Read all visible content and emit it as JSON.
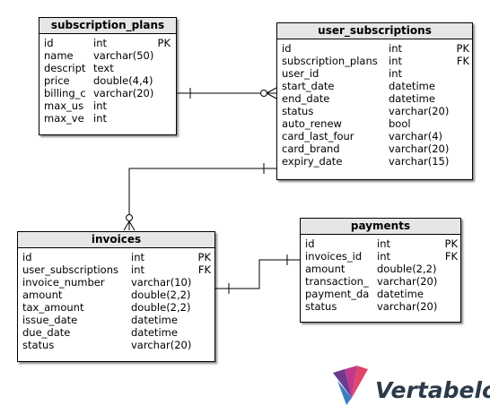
{
  "tables": {
    "subscription_plans": {
      "title": "subscription_plans",
      "columns": [
        {
          "name": "id",
          "type": "int",
          "key": "PK"
        },
        {
          "name": "name",
          "type": "varchar(50)",
          "key": ""
        },
        {
          "name": "descript",
          "type": "text",
          "key": ""
        },
        {
          "name": "price",
          "type": "double(4,4)",
          "key": ""
        },
        {
          "name": "billing_c",
          "type": "varchar(20)",
          "key": ""
        },
        {
          "name": "max_us",
          "type": "int",
          "key": ""
        },
        {
          "name": "max_ve",
          "type": "int",
          "key": ""
        }
      ]
    },
    "user_subscriptions": {
      "title": "user_subscriptions",
      "columns": [
        {
          "name": "id",
          "type": "int",
          "key": "PK"
        },
        {
          "name": "subscription_plans",
          "type": "int",
          "key": "FK"
        },
        {
          "name": "user_id",
          "type": "int",
          "key": ""
        },
        {
          "name": "start_date",
          "type": "datetime",
          "key": ""
        },
        {
          "name": "end_date",
          "type": "datetime",
          "key": ""
        },
        {
          "name": "status",
          "type": "varchar(20)",
          "key": ""
        },
        {
          "name": "auto_renew",
          "type": "bool",
          "key": ""
        },
        {
          "name": "card_last_four",
          "type": "varchar(4)",
          "key": ""
        },
        {
          "name": "card_brand",
          "type": "varchar(20)",
          "key": ""
        },
        {
          "name": "expiry_date",
          "type": "varchar(15)",
          "key": ""
        }
      ]
    },
    "invoices": {
      "title": "invoices",
      "columns": [
        {
          "name": "id",
          "type": "int",
          "key": "PK"
        },
        {
          "name": "user_subscriptions",
          "type": "int",
          "key": "FK"
        },
        {
          "name": "invoice_number",
          "type": "varchar(10)",
          "key": ""
        },
        {
          "name": "amount",
          "type": "double(2,2)",
          "key": ""
        },
        {
          "name": "tax_amount",
          "type": "double(2,2)",
          "key": ""
        },
        {
          "name": "issue_date",
          "type": "datetime",
          "key": ""
        },
        {
          "name": "due_date",
          "type": "datetime",
          "key": ""
        },
        {
          "name": "status",
          "type": "varchar(20)",
          "key": ""
        }
      ]
    },
    "payments": {
      "title": "payments",
      "columns": [
        {
          "name": "id",
          "type": "int",
          "key": "PK"
        },
        {
          "name": "invoices_id",
          "type": "int",
          "key": "FK"
        },
        {
          "name": "amount",
          "type": "double(2,2)",
          "key": ""
        },
        {
          "name": "transaction_",
          "type": "varchar(20)",
          "key": ""
        },
        {
          "name": "payment_da",
          "type": "datetime",
          "key": ""
        },
        {
          "name": "status",
          "type": "varchar(20)",
          "key": ""
        }
      ]
    }
  },
  "relationships": [
    {
      "from": "subscription_plans",
      "to": "user_subscriptions",
      "from_end": "one",
      "to_end": "many"
    },
    {
      "from": "user_subscriptions",
      "to": "invoices",
      "from_end": "one",
      "to_end": "many"
    },
    {
      "from": "invoices",
      "to": "payments",
      "from_end": "one",
      "to_end": "one"
    }
  ],
  "logo": {
    "text": "Vertabelo",
    "colors": [
      "#6a3b8f",
      "#c0398f",
      "#e2456a",
      "#3b7fc4"
    ],
    "text_color": "#2b3a4a"
  }
}
